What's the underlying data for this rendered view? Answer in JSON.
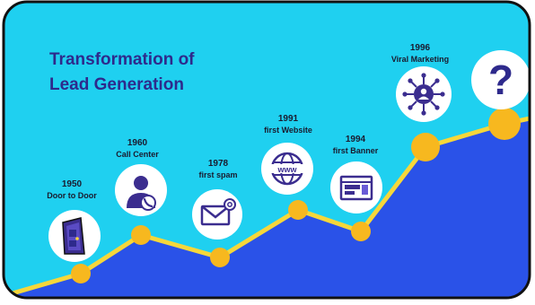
{
  "title": {
    "line1": "Transformation of",
    "line2": "Lead Generation"
  },
  "milestones": [
    {
      "year": "1950",
      "label": "Door to Door",
      "icon": "door-icon"
    },
    {
      "year": "1960",
      "label": "Call Center",
      "icon": "call-center-icon"
    },
    {
      "year": "1978",
      "label": "first spam",
      "icon": "email-spam-icon"
    },
    {
      "year": "1991",
      "label": "first Website",
      "icon": "www-globe-icon"
    },
    {
      "year": "1994",
      "label": "first Banner",
      "icon": "banner-ad-icon"
    },
    {
      "year": "1996",
      "label": "Viral Marketing",
      "icon": "viral-network-icon"
    },
    {
      "year": "",
      "label": "",
      "icon": "question-mark-icon"
    }
  ],
  "colors": {
    "sky": "#1fd0f0",
    "area": "#2a52e8",
    "line": "#f6d73a",
    "dot": "#f7b81f",
    "title": "#2e2a8c",
    "icon": "#3b2d8f",
    "frame": "#111111"
  }
}
